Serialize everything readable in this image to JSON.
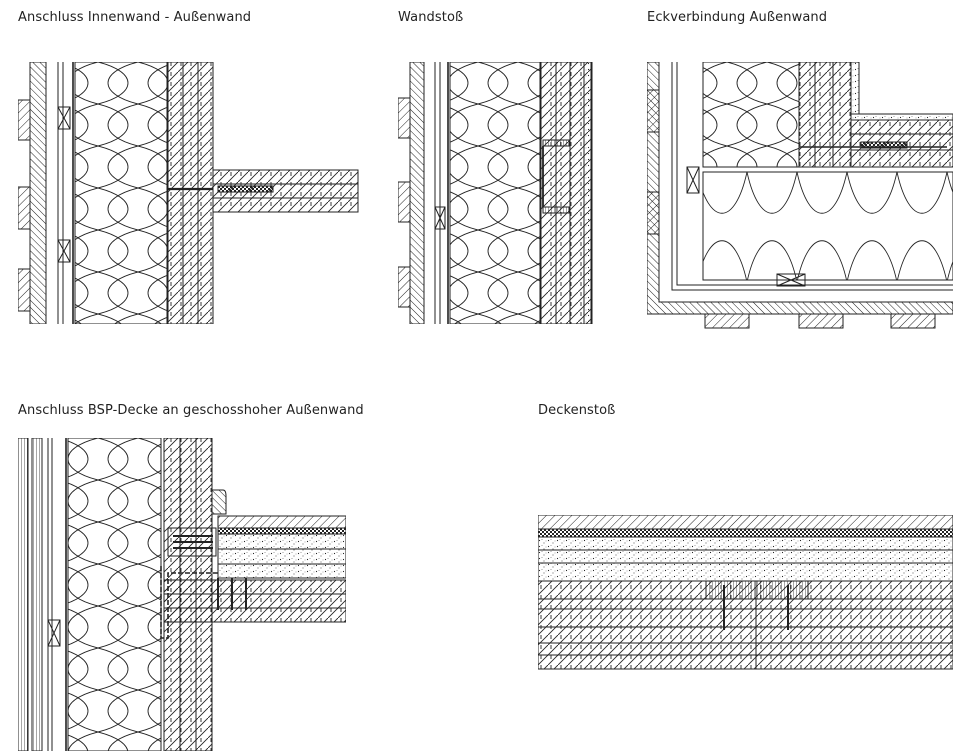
{
  "captions": {
    "innenwand": "Anschluss Innenwand - Außenwand",
    "wandstoss": "Wandstoß",
    "eckverbindung": "Eckverbindung Außenwand",
    "bsp_decke": "Anschluss BSP-Decke an geschosshoher Außenwand",
    "deckenstoss": "Deckenstoß"
  },
  "colors": {
    "line": "#222222",
    "paper": "#ffffff"
  }
}
